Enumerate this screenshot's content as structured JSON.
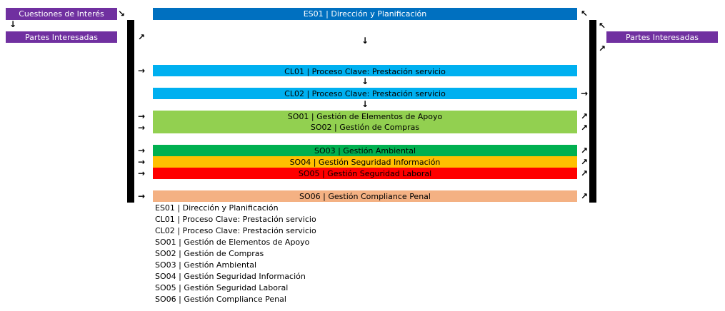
{
  "colors": {
    "purple": "#7030a0",
    "blue_dark": "#0070c0",
    "blue_light": "#00b0f0",
    "green_light": "#92d050",
    "green_dark": "#00b050",
    "amber": "#ffc000",
    "red": "#ff0000",
    "salmon": "#f4b183"
  },
  "left_panel": {
    "cuestiones": "Cuestiones de Interés",
    "partes": "Partes Interesadas"
  },
  "right_panel": {
    "partes": "Partes Interesadas"
  },
  "processes": {
    "es01": "ES01 | Dirección y Planificación",
    "cl01": "CL01 | Proceso Clave: Prestación servicio",
    "cl02": "CL02 | Proceso Clave: Prestación servicio",
    "so01": "SO01 | Gestión de Elementos de Apoyo",
    "so02": "SO02 | Gestión de Compras",
    "so03": "SO03 | Gestión Ambiental",
    "so04": "SO04 | Gestión Seguridad Información",
    "so05": "SO05 | Gestión Seguridad Laboral",
    "so06": "SO06 | Gestión Compliance Penal"
  },
  "legend": [
    "ES01 | Dirección y Planificación",
    "CL01 | Proceso Clave: Prestación servicio",
    "CL02 | Proceso Clave: Prestación servicio",
    "SO01 | Gestión de Elementos de Apoyo",
    "SO02 | Gestión de Compras",
    "SO03 | Gestión Ambiental",
    "SO04 | Gestión Seguridad Información",
    "SO05 | Gestión Seguridad Laboral",
    "SO06 | Gestión Compliance Penal"
  ]
}
